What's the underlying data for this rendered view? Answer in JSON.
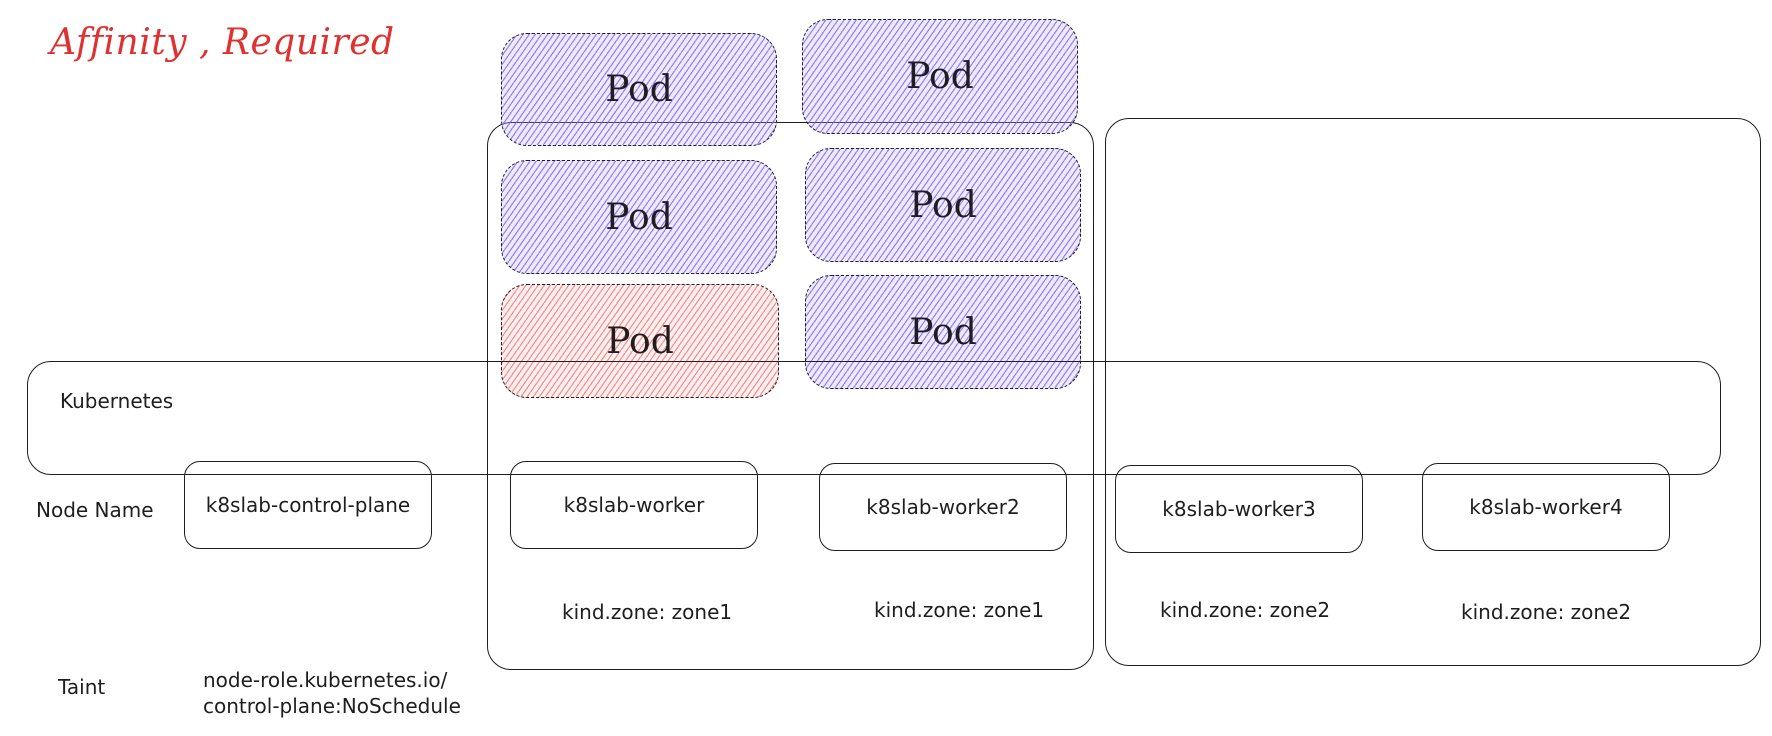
{
  "title": "Affinity , Required",
  "cluster_label": "Kubernetes",
  "row_labels": {
    "node_name": "Node Name",
    "taint": "Taint"
  },
  "taint": {
    "line1": "node-role.kubernetes.io/",
    "line2": "control-plane:NoSchedule"
  },
  "nodes": [
    {
      "name": "k8slab-control-plane",
      "zone": ""
    },
    {
      "name": "k8slab-worker",
      "zone": "kind.zone: zone1"
    },
    {
      "name": "k8slab-worker2",
      "zone": "kind.zone: zone1"
    },
    {
      "name": "k8slab-worker3",
      "zone": "kind.zone: zone2"
    },
    {
      "name": "k8slab-worker4",
      "zone": "kind.zone: zone2"
    }
  ],
  "pods": [
    {
      "label": "Pod",
      "color": "#7950f2"
    },
    {
      "label": "Pod",
      "color": "#7950f2"
    },
    {
      "label": "Pod",
      "color": "#7950f2"
    },
    {
      "label": "Pod",
      "color": "#7950f2"
    },
    {
      "label": "Pod",
      "color": "#e03131"
    },
    {
      "label": "Pod",
      "color": "#7950f2"
    }
  ],
  "colors": {
    "title": "#e03131",
    "pod_violet": "#7950f2",
    "pod_red": "#e03131",
    "stroke": "#1e1e1e"
  }
}
